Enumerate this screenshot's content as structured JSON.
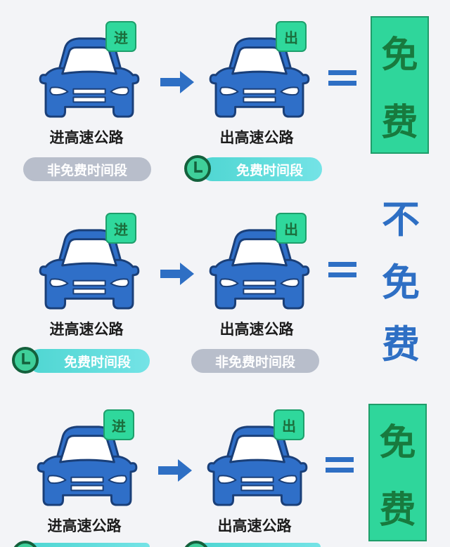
{
  "colors": {
    "car_blue": "#2f6fc8",
    "car_outline": "#1a3f78",
    "badge_green": "#2fd89c",
    "free_box": "#2fd69b",
    "free_text": "#187a3e",
    "not_free_text": "#2e6fc4",
    "gray_pill": "#b8becb",
    "teal_pill": "#5fdcdc"
  },
  "rows": [
    {
      "enter_badge": "进",
      "exit_badge": "出",
      "enter_label": "进高速公路",
      "exit_label": "出高速公路",
      "enter_period": "非免费时间段",
      "exit_period": "免费时间段",
      "result": [
        "免",
        "费"
      ]
    },
    {
      "enter_badge": "进",
      "exit_badge": "出",
      "enter_label": "进高速公路",
      "exit_label": "出高速公路",
      "enter_period": "免费时间段",
      "exit_period": "非免费时间段",
      "result": [
        "不",
        "免",
        "费"
      ]
    },
    {
      "enter_badge": "进",
      "exit_badge": "出",
      "enter_label": "进高速公路",
      "exit_label": "出高速公路",
      "result": [
        "免",
        "费"
      ]
    }
  ],
  "icons": {
    "car": "car-front-icon",
    "clock": "clock-icon",
    "arrow": "arrow-right-icon",
    "equals": "equals-icon"
  }
}
